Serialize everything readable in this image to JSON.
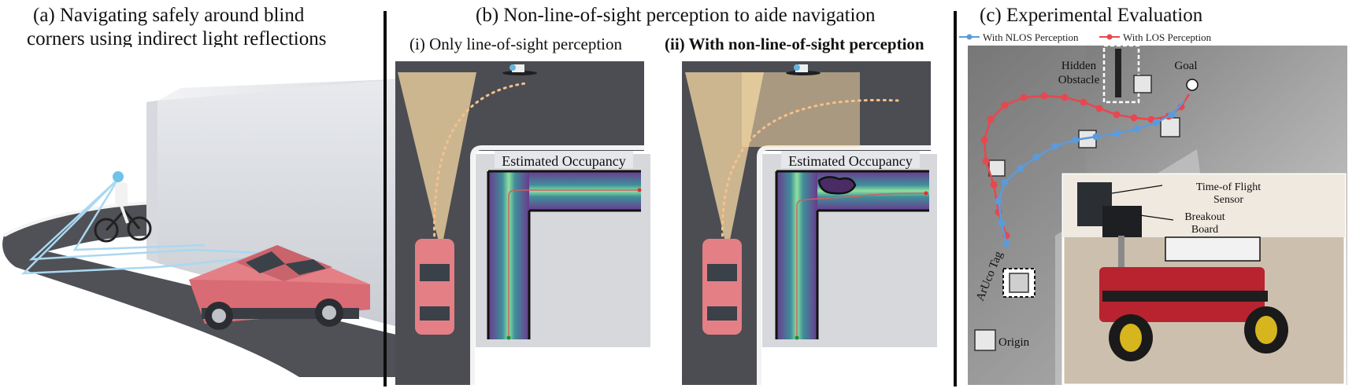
{
  "panel_a": {
    "title_line1": "(a) Navigating safely around blind",
    "title_line2": "corners using indirect light reflections"
  },
  "panel_b": {
    "title": "(b) Non-line-of-sight perception to aide navigation",
    "sub_i": "(i) Only line-of-sight perception",
    "sub_ii": "(ii) With non-line-of-sight perception",
    "occupancy_label_i": "Estimated Occupancy",
    "occupancy_label_ii": "Estimated Occupancy"
  },
  "panel_c": {
    "title": "(c) Experimental Evaluation",
    "legend_nlos": "With NLOS Perception",
    "legend_los": "With LOS Perception",
    "hidden_obstacle_line1": "Hidden",
    "hidden_obstacle_line2": "Obstacle",
    "goal": "Goal",
    "tof_line1": "Time-of Flight",
    "tof_line2": "Sensor",
    "breakout_line1": "Breakout",
    "breakout_line2": "Board",
    "aruco": "ArUco Tag",
    "origin": "Origin"
  },
  "colors": {
    "nlos_blue": "#5b9bdc",
    "los_red": "#e8474e",
    "car_pink": "#e47f86",
    "cone_yellow": "#f6d9a6",
    "road_gray": "#5b5d61"
  }
}
